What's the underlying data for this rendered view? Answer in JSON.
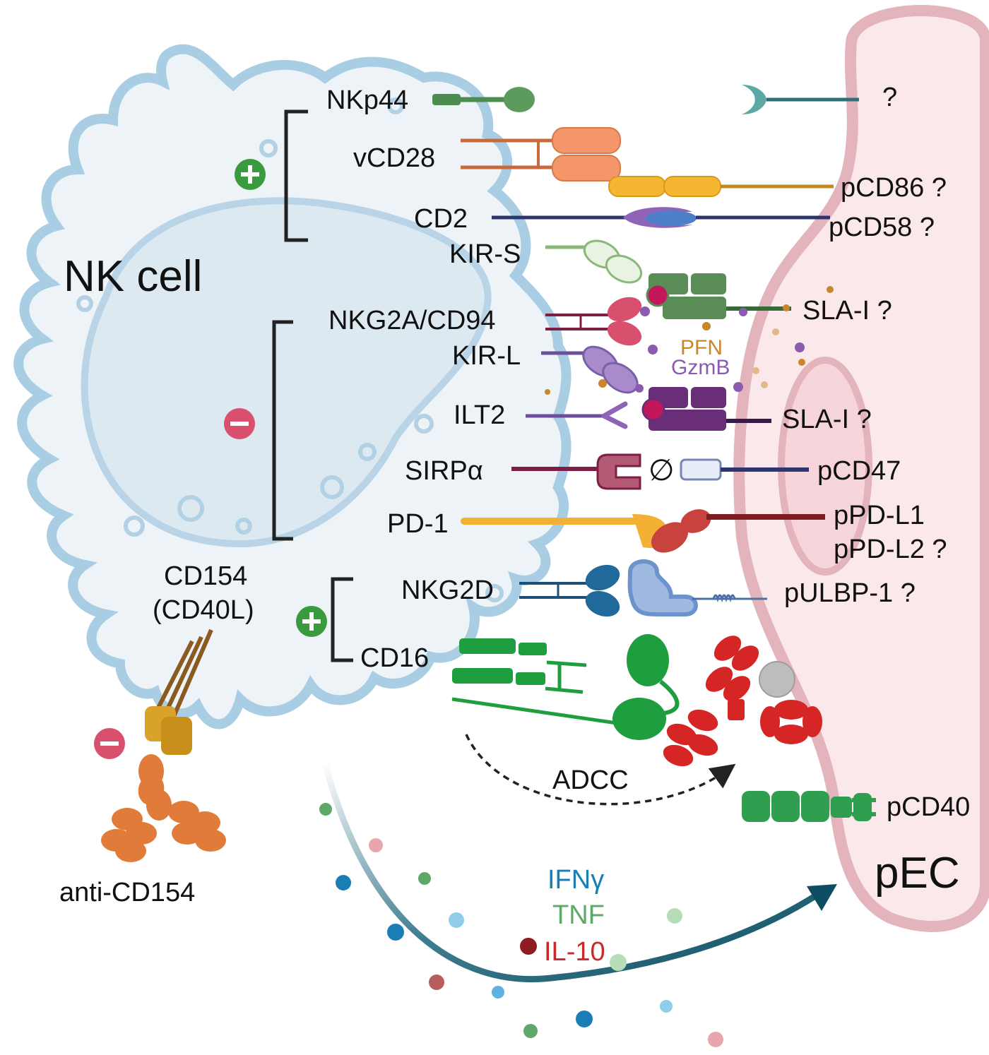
{
  "cells": {
    "nk": "NK cell",
    "pec": "pEC"
  },
  "receptors": {
    "nkp44": "NKp44",
    "vcd28": "vCD28",
    "cd2": "CD2",
    "kir_s": "KIR-S",
    "nkg2a_cd94": "NKG2A/CD94",
    "kir_l": "KIR-L",
    "ilt2": "ILT2",
    "sirpa": "SIRPα",
    "pd1": "PD-1",
    "nkg2d": "NKG2D",
    "cd16": "CD16",
    "cd154": "CD154",
    "cd40l": "(CD40L)"
  },
  "ligands": {
    "unknown": "?",
    "pcd86": "pCD86 ?",
    "pcd58": "pCD58 ?",
    "sla1_a": "SLA-I ?",
    "sla1_b": "SLA-I ?",
    "pcd47": "pCD47",
    "ppdl1": "pPD-L1",
    "ppdl2": "pPD-L2 ?",
    "pulbp1": "pULBP-1 ?",
    "pcd40": "pCD40"
  },
  "granules": {
    "pfn": "PFN",
    "gzmb": "GzmB"
  },
  "mechanism": {
    "adcc": "ADCC",
    "null_symbol": "∅"
  },
  "cytokines": {
    "ifng": "IFNγ",
    "tnf": "TNF",
    "il10": "IL-10"
  },
  "antibody": {
    "anti_cd154": "anti-CD154"
  },
  "signs": {
    "activating": "+",
    "inhibitory": "−"
  },
  "colors": {
    "activating": "#3a9a3e",
    "inhibitory": "#d8506e",
    "nk_membrane": "#a9cde3",
    "nk_fill": "#edf3f7",
    "pec_membrane": "#e3b4bb",
    "pec_fill": "#fbe8ea",
    "ifng": "#1b7db6",
    "tnf": "#5ea86a",
    "il10": "#c7292d",
    "pfn": "#c9862a",
    "gzmb": "#8a5bae"
  }
}
